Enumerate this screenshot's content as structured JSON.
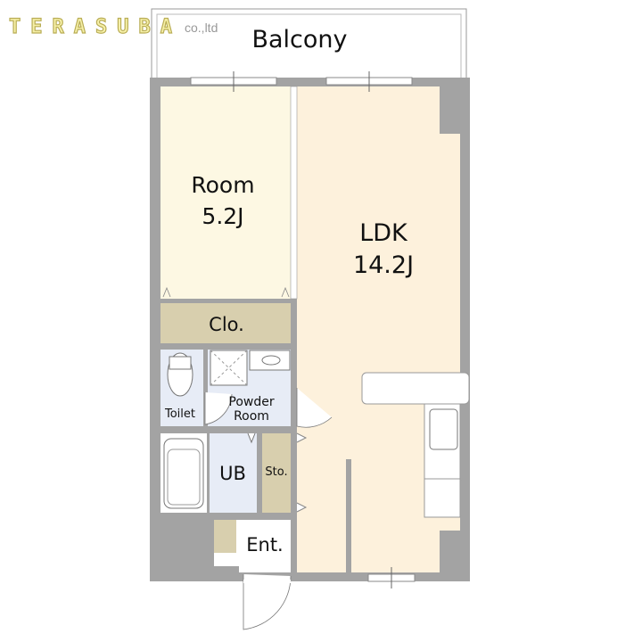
{
  "logo": {
    "brand": "TERASUBA",
    "suffix": "co.,ltd"
  },
  "rooms": {
    "balcony": "Balcony",
    "room_name": "Room",
    "room_size": "5.2J",
    "ldk_name": "LDK",
    "ldk_size": "14.2J",
    "closet": "Clo.",
    "toilet": "Toilet",
    "powder_1": "Powder",
    "powder_2": "Room",
    "bath": "UB",
    "storage": "Sto.",
    "entrance": "Ent."
  },
  "colors": {
    "wall": "#a3a3a3",
    "room": "#fdf8e3",
    "ldk": "#fdf1dc",
    "wet": "#e7ecf6",
    "storage": "#d8cfae"
  }
}
